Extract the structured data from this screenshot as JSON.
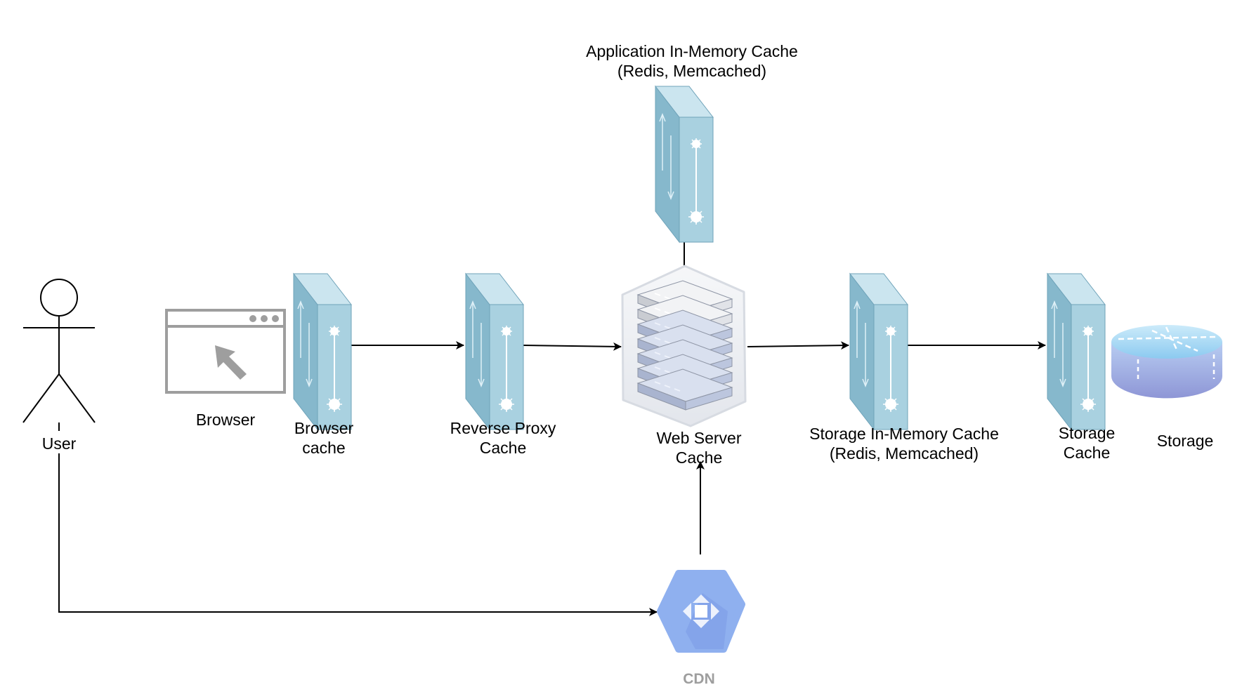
{
  "diagram": {
    "nodes": {
      "user": {
        "label": "User",
        "icon": "stick-figure-icon"
      },
      "browser": {
        "label": "Browser",
        "icon": "browser-window-icon"
      },
      "browser_cache": {
        "lines": [
          "Browser",
          "cache"
        ],
        "icon": "cache-appliance-icon"
      },
      "reverse_proxy": {
        "lines": [
          "Reverse Proxy",
          "Cache"
        ],
        "icon": "cache-appliance-icon"
      },
      "web_server": {
        "lines": [
          "Web Server",
          "Cache"
        ],
        "icon": "server-rack-icon"
      },
      "app_cache": {
        "lines": [
          "Application In-Memory Cache",
          "(Redis, Memcached)"
        ],
        "icon": "cache-appliance-icon"
      },
      "storage_mem_cache": {
        "lines": [
          "Storage In-Memory Cache",
          "(Redis, Memcached)"
        ],
        "icon": "cache-appliance-icon"
      },
      "storage_cache": {
        "lines": [
          "Storage",
          "Cache"
        ],
        "icon": "cache-appliance-icon"
      },
      "storage": {
        "label": "Storage",
        "icon": "storage-cylinder-icon"
      },
      "cdn": {
        "label": "CDN",
        "icon": "cdn-hexagon-icon"
      }
    },
    "colors": {
      "line": "#000000",
      "appliance_front": "#86b8cc",
      "appliance_side": "#a9d1e0",
      "appliance_top": "#cbe5ef",
      "browser_icon": "#9e9e9e",
      "cdn_blue": "#8fb0ef",
      "cdn_label": "#9e9e9e"
    }
  }
}
